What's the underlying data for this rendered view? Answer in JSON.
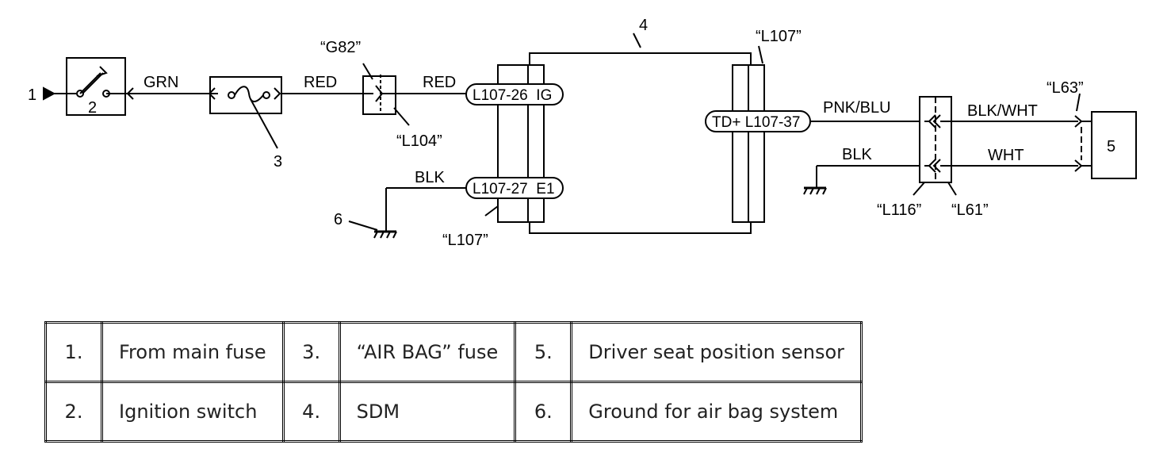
{
  "diagram": {
    "callouts": [
      "1",
      "2",
      "3",
      "4",
      "5",
      "6"
    ],
    "wire_labels": {
      "grn": "GRN",
      "red_left": "RED",
      "red_right": "RED",
      "blk_ground": "BLK",
      "pnk_blu": "PNK/BLU",
      "blk_right": "BLK",
      "blk_wht": "BLK/WHT",
      "wht": "WHT"
    },
    "connectors": {
      "g82": "“G82”",
      "l104": "“L104”",
      "l107_top": "“L107”",
      "l107_bottom": "“L107”",
      "l63": "“L63”",
      "l116": "“L116”",
      "l61": "“L61”"
    },
    "pins": {
      "ig": "L107-26  IG",
      "e1": "L107-27  E1",
      "td": "TD+ L107-37"
    }
  },
  "legend": {
    "rows": [
      [
        {
          "num": "1.",
          "label": "From main fuse"
        },
        {
          "num": "3.",
          "label": "“AIR BAG” fuse"
        },
        {
          "num": "5.",
          "label": "Driver seat position sensor"
        }
      ],
      [
        {
          "num": "2.",
          "label": "Ignition switch"
        },
        {
          "num": "4.",
          "label": "SDM"
        },
        {
          "num": "6.",
          "label": "Ground for air bag system"
        }
      ]
    ]
  }
}
